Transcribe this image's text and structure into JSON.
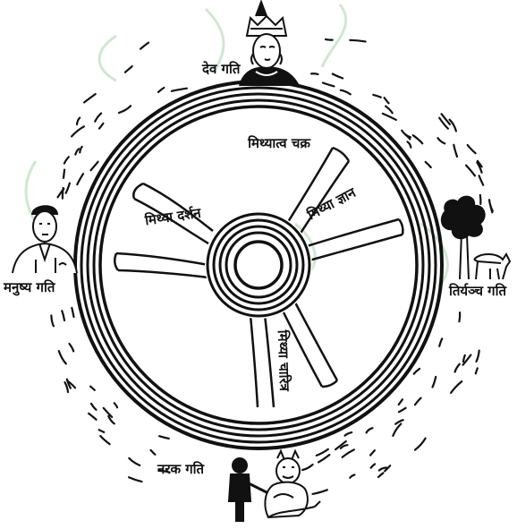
{
  "diagram": {
    "center_title": "मिथ्यात्व चक्र",
    "spokes": [
      {
        "label": "मिथ्या दर्शन"
      },
      {
        "label": "मिथ्या ज्ञान"
      },
      {
        "label": "मिथ्या चारित्र"
      }
    ],
    "states": {
      "top": "देव गति",
      "left": "मनुष्य गति",
      "right": "तिर्यञ्च गति",
      "bottom": "नरक गति"
    }
  },
  "colors": {
    "ink": "#111111",
    "background": "#ffffff",
    "watermark": "#cfe8cf"
  },
  "icons": {
    "top": "deity-figure-icon",
    "left": "human-figure-icon",
    "right": "tree-and-animal-icon",
    "bottom": "hell-scene-icon"
  }
}
